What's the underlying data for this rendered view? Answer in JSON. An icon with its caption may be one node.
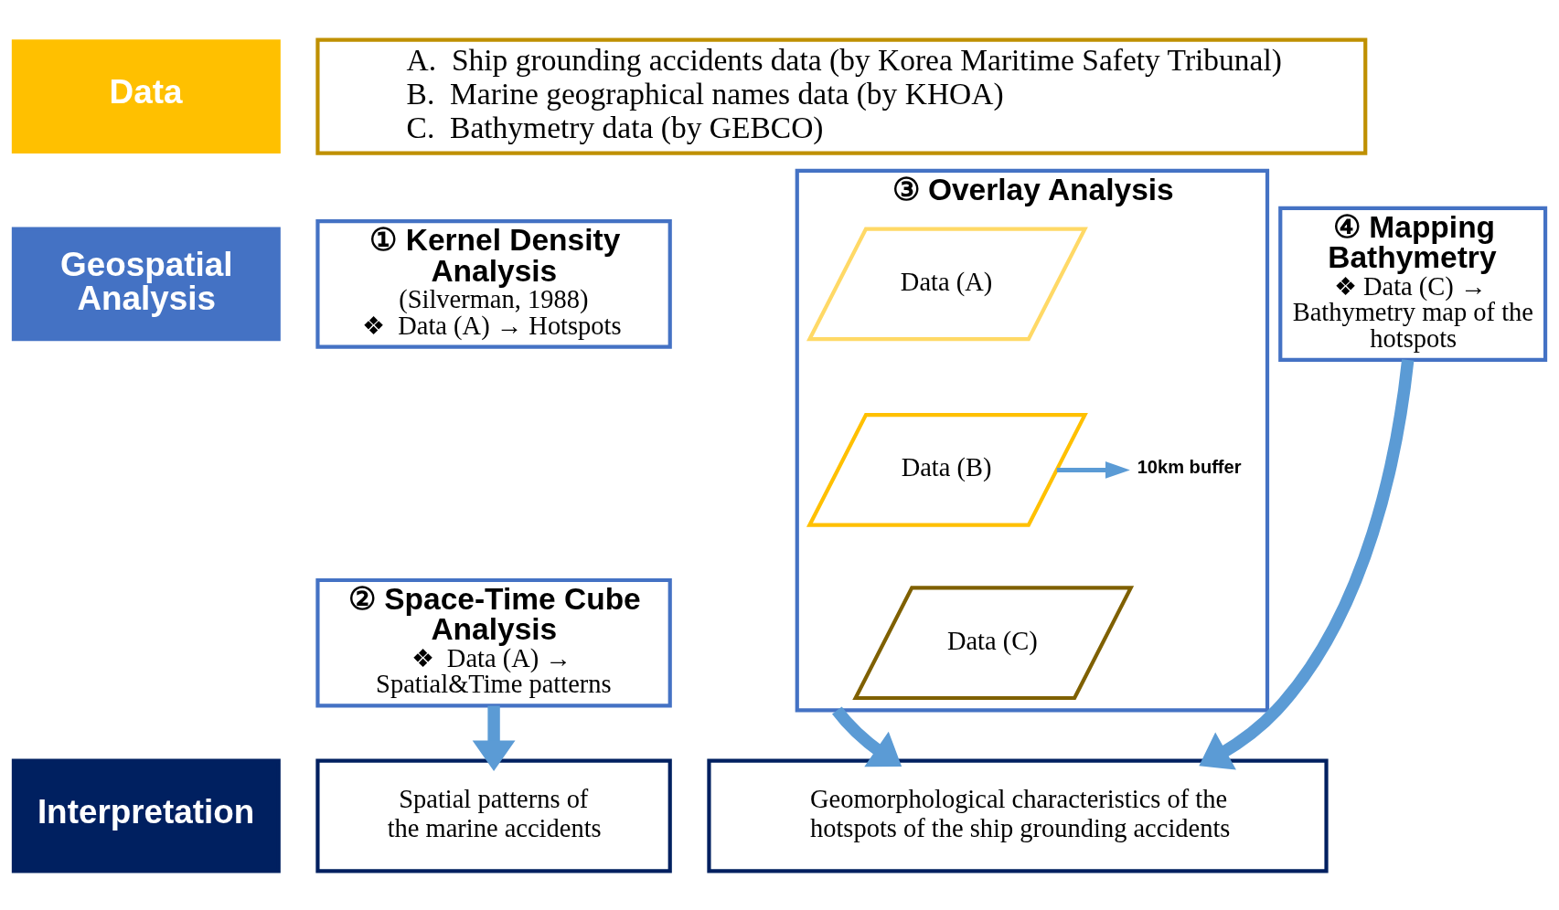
{
  "diagram": {
    "nodes": [
      {
        "text": [
          "Data"
        ]
      },
      {
        "text": [
          "A.  Ship grounding accidents data (by Korea Maritime Safety Tribunal)",
          "B.  Marine geographical names data (by KHOA)",
          "C.  Bathymetry data (by GEBCO)"
        ]
      },
      {
        "text": [
          "Geospatial Analysis"
        ]
      },
      {
        "text": [
          "① Kernel Density Analysis",
          "(Silverman, 1988)",
          "❖  Data (A) → Hotspots"
        ]
      },
      {
        "text": [
          "② Space-Time Cube Analysis",
          "❖  Data (A) → Spatial&Time patterns"
        ]
      },
      {
        "text": [
          "③ Overlay Analysis"
        ]
      },
      {
        "text": [
          "Data (A)"
        ],
        "in": 5
      },
      {
        "text": [
          "Data (B)"
        ],
        "in": 5
      },
      {
        "text": [
          "Data (C)"
        ],
        "in": 5
      },
      {
        "text": [
          "10km buffer"
        ],
        "in": 5
      },
      {
        "text": [
          "④ Mapping Bathymetry",
          "❖ Data (C) →",
          "Bathymetry map of the hotspots"
        ]
      },
      {
        "text": [
          "Interpretation"
        ]
      },
      {
        "text": [
          "Spatial patterns of the marine accidents"
        ]
      },
      {
        "text": [
          "Geomorphological characteristics of the hotspots of the ship grounding accidents"
        ]
      }
    ],
    "edges": [
      {
        "from": 7,
        "to": 9,
        "arrow": "to"
      },
      {
        "from": 4,
        "to": 12,
        "arrow": "to"
      },
      {
        "from": 5,
        "to": 13,
        "arrow": "to"
      },
      {
        "from": 10,
        "to": 13,
        "arrow": "to"
      }
    ]
  }
}
